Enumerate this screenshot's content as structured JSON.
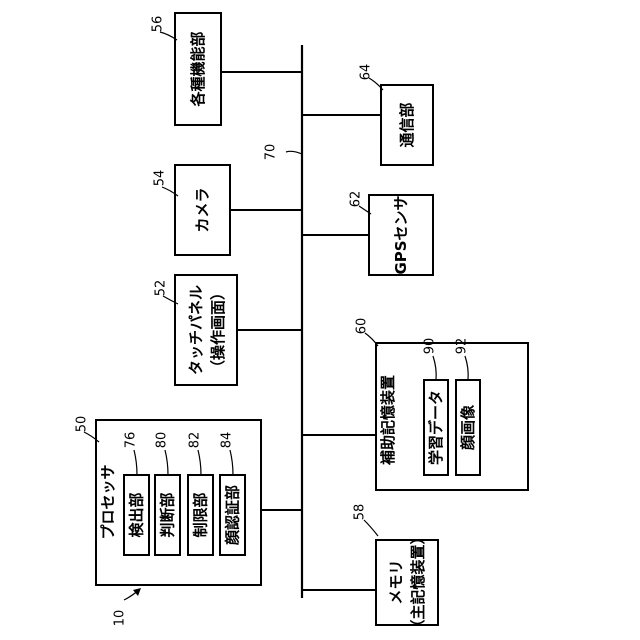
{
  "system_ref": "10",
  "bus_ref": "70",
  "components": {
    "processor": {
      "ref": "50",
      "label": "プロセッサ"
    },
    "detector": {
      "ref": "76",
      "label": "検出部"
    },
    "judge": {
      "ref": "80",
      "label": "判断部"
    },
    "limiter": {
      "ref": "82",
      "label": "制限部"
    },
    "face_auth": {
      "ref": "84",
      "label": "顔認証部"
    },
    "touch_panel": {
      "ref": "52",
      "label": "タッチパネル",
      "label2": "（操作画面）"
    },
    "camera": {
      "ref": "54",
      "label": "カメラ"
    },
    "functions": {
      "ref": "56",
      "label": "各種機能部"
    },
    "memory": {
      "ref": "58",
      "label": "メモリ",
      "label2": "（主記憶装置）"
    },
    "aux_storage": {
      "ref": "60",
      "label": "補助記憶装置"
    },
    "learning_data": {
      "ref": "90",
      "label": "学習データ"
    },
    "face_image": {
      "ref": "92",
      "label": "顔画像"
    },
    "gps": {
      "ref": "62",
      "label": "GPSセンサ"
    },
    "comm": {
      "ref": "64",
      "label": "通信部"
    }
  }
}
